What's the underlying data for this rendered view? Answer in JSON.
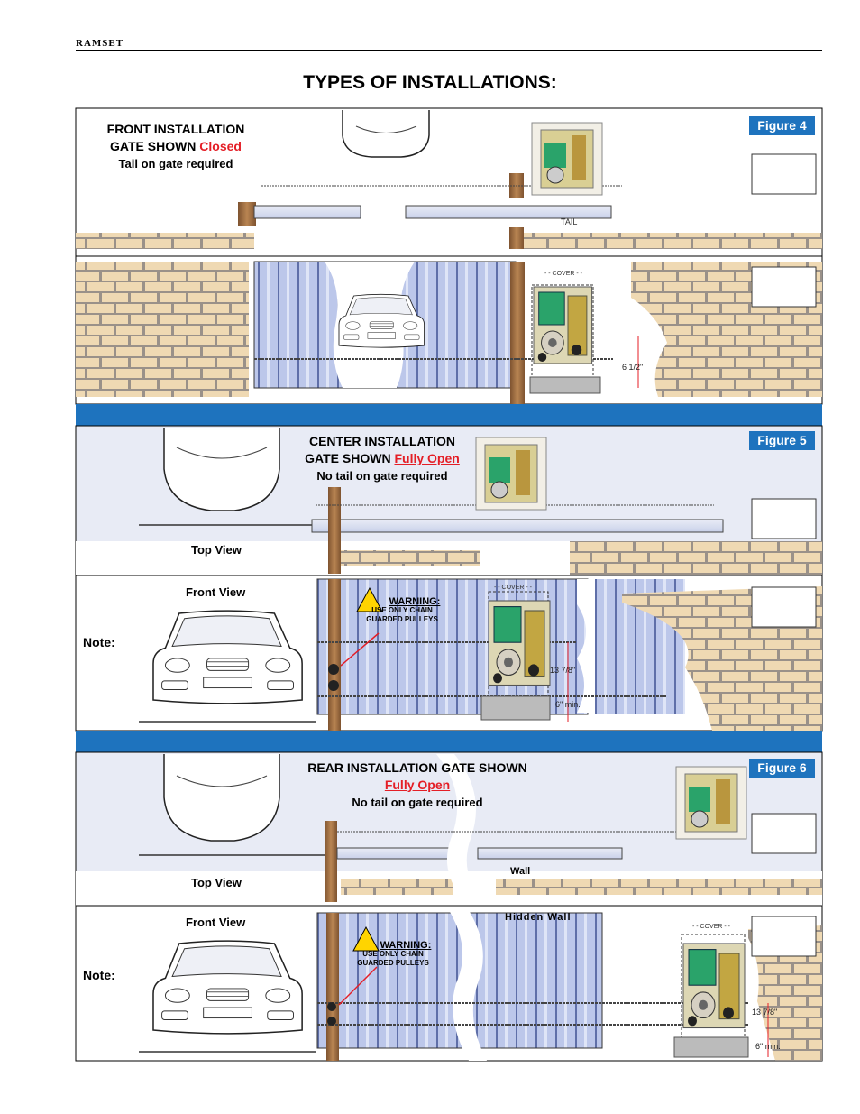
{
  "header": {
    "brand": "RAMSET",
    "title": "TYPES OF INSTALLATIONS:"
  },
  "fig4": {
    "badge": "Figure 4",
    "heading_line1": "FRONT INSTALLATION",
    "heading_line2": "GATE SHOWN",
    "state": "Closed",
    "note": "Tail on gate required",
    "tail_label": "TAIL",
    "cover_label": "- - COVER - -",
    "dimension": "6 1/2\""
  },
  "fig5": {
    "badge": "Figure 5",
    "heading_line1": "CENTER INSTALLATION",
    "heading_line2": "GATE SHOWN",
    "state": "Fully Open",
    "note": "No tail on gate required",
    "top_view": "Top View",
    "front_view": "Front View",
    "note_label": "Note:",
    "warning_title": "WARNING:",
    "warning_text": "USE ONLY CHAIN GUARDED PULLEYS",
    "cover_label": "- - COVER - -",
    "dimension_height": "13 7/8\"",
    "dimension_min": "6\" min."
  },
  "fig6": {
    "badge": "Figure 6",
    "heading_line1": "REAR INSTALLATION GATE SHOWN",
    "state": "Fully Open",
    "note": "No tail on gate required",
    "top_view": "Top View",
    "front_view": "Front View",
    "note_label": "Note:",
    "wall_label": "Wall",
    "hidden_wall_label": "Hidden Wall",
    "warning_title": "WARNING:",
    "warning_text": "USE ONLY CHAIN GUARDED PULLEYS",
    "cover_label": "- - COVER - -",
    "dimension_height": "13 7/8\"",
    "dimension_min": "6\" min."
  },
  "colors": {
    "accent": "#1e73be",
    "state_red": "#e41e26",
    "brick": "#efd9b3",
    "gate": "#b7c3e8",
    "post": "#9c6b3c"
  }
}
